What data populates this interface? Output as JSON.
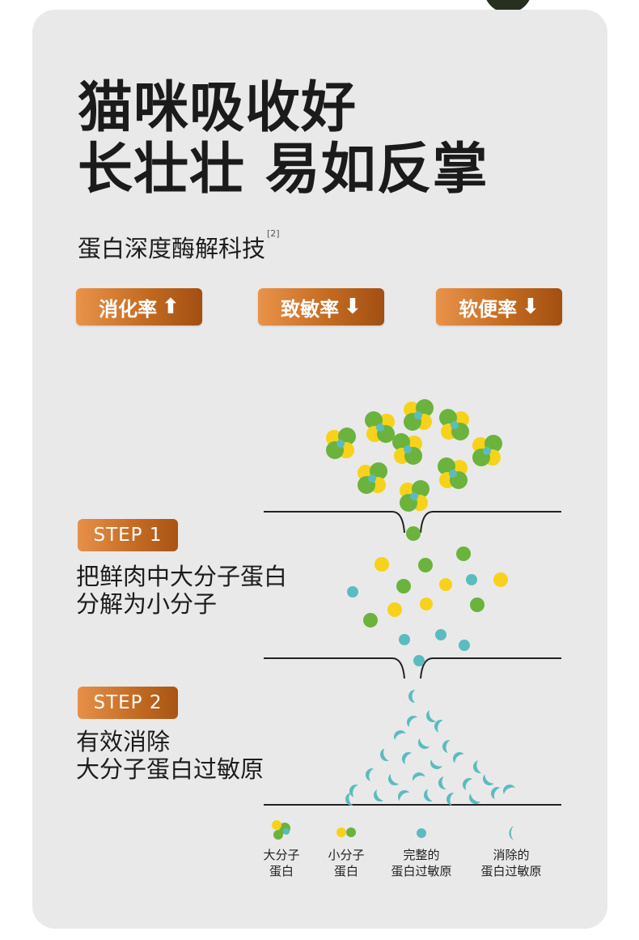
{
  "headline": {
    "line1": "猫咪吸收好",
    "line2": "长壮壮 易如反掌"
  },
  "subtitle": {
    "text": "蛋白深度酶解科技",
    "footnote": "[2]"
  },
  "badges": [
    {
      "label": "消化率",
      "arrow": "⬆"
    },
    {
      "label": "致敏率",
      "arrow": "⬇"
    },
    {
      "label": "软便率",
      "arrow": "⬇"
    }
  ],
  "steps": [
    {
      "label": "STEP 1",
      "desc_line1": "把鲜肉中大分子蛋白",
      "desc_line2": "分解为小分子"
    },
    {
      "label": "STEP 2",
      "desc_line1": "有效消除",
      "desc_line2": "大分子蛋白过敏原"
    }
  ],
  "legend": [
    {
      "line1": "大分子",
      "line2": "蛋白"
    },
    {
      "line1": "小分子",
      "line2": "蛋白"
    },
    {
      "line1": "完整的",
      "line2": "蛋白过敏原"
    },
    {
      "line1": "消除的",
      "line2": "蛋白过敏原"
    }
  ],
  "colors": {
    "green": "#6bb33c",
    "yellow": "#f7d21a",
    "teal": "#5bbcbf",
    "card": "#e9e9e9",
    "accent": "#c46b21"
  }
}
